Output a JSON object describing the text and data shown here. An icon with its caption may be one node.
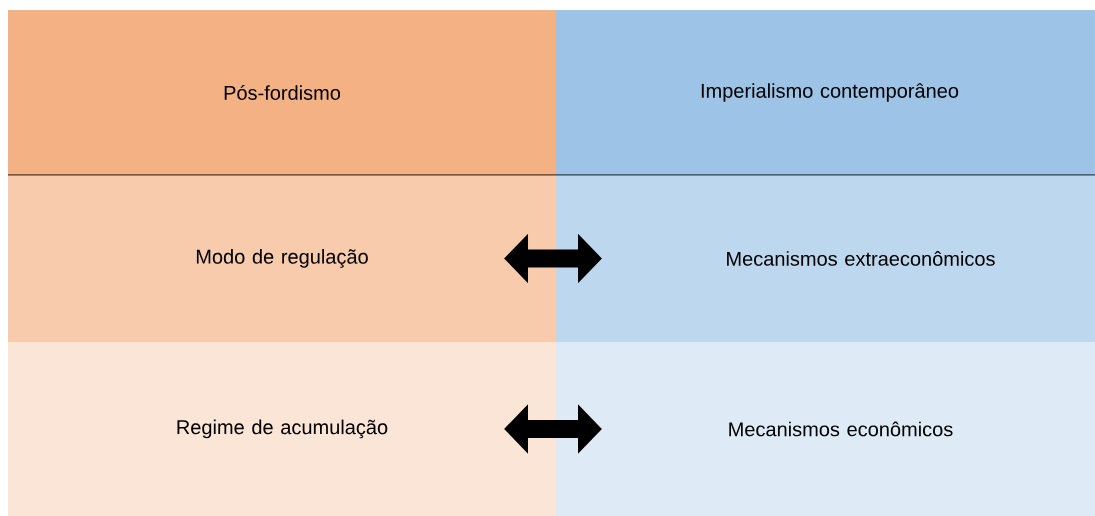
{
  "diagram": {
    "nodes": [
      {
        "text": [
          "Pós-fordismo"
        ]
      },
      {
        "text": [
          "Imperialismo contemporâneo"
        ]
      },
      {
        "text": [
          "Modo de regulação"
        ]
      },
      {
        "text": [
          "Mecanismos extraeconômicos"
        ]
      },
      {
        "text": [
          "Regime de acumulação"
        ]
      },
      {
        "text": [
          "Mecanismos econômicos"
        ]
      }
    ],
    "edges": [
      {
        "from": 2,
        "to": 3,
        "arrow": "both"
      },
      {
        "from": 4,
        "to": 5,
        "arrow": "both"
      }
    ]
  }
}
